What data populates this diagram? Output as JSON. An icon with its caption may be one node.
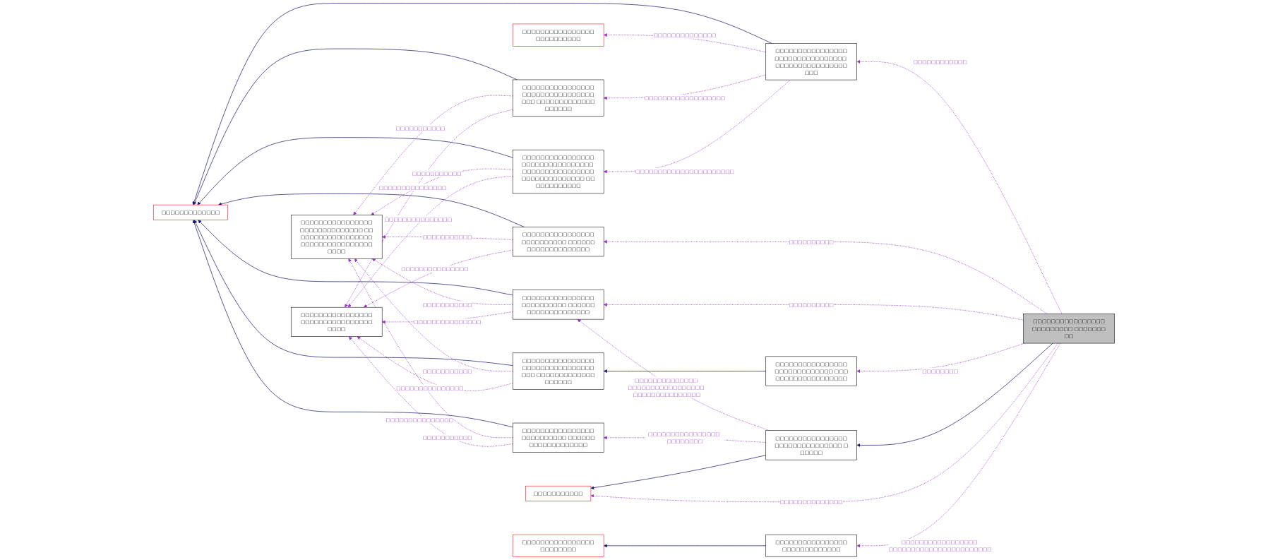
{
  "diagram": {
    "nodes": [
      {
        "text": [
          "□□□□□□□□□□□□□"
        ]
      },
      {
        "text": [
          "□□□□□□□□□□□□□□□□□□□□□□□□□□□□□□ □□□□□□□□□□□□□□□□□□□□□□□□□□□□□□□□□□□□□□"
        ]
      },
      {
        "text": [
          "□□□□□□□□□□□□□□□□□□□□□□□□□□□□□□□□□□□□"
        ]
      },
      {
        "text": [
          "□□□□□□□□□□□□□□□□□□□□□□□□□□"
        ]
      },
      {
        "text": [
          "□□□□□□□□□□□□□□□□□□□□□□□□□□□□□□□□□□□ □□□□□□□□□□□□□□□□□□□"
        ]
      },
      {
        "text": [
          "□□□□□□□□□□□□□□□□□□□□□□□□□□□□□□□□ □□□□□□□□□□□□□□□□□□□□□□□□□□□□□□ □□□□□□□□□□□□"
        ]
      },
      {
        "text": [
          "□□□□□□□□□□□□□□□□□□□□□□□□□□ □□□□□□□□□□□□□□□□□□□□"
        ]
      },
      {
        "text": [
          "□□□□□□□□□□□□□□□□□□□□□□□□□□ □□□□□□□□□□□□□□□□□□□□"
        ]
      },
      {
        "text": [
          "□□□□□□□□□□□□□□□□□□□□□□□□□□□□□□□□□□□ □□□□□□□□□□□□□□□□□□□"
        ]
      },
      {
        "text": [
          "□□□□□□□□□□□□□□□□□□□□□□□□□□ □□□□□□□□□□□□□□□□□□□"
        ]
      },
      {
        "text": [
          "□□□□□□□□□□□"
        ]
      },
      {
        "text": [
          "□□□□□□□□□□□□□□□□□□□□□□□□"
        ]
      },
      {
        "text": [
          "□□□□□□□□□□□□□□□□□□□□□□□□□□□□□□□□ □□□□□□□□□□□□□□□□□□□"
        ]
      },
      {
        "text": [
          "□□□□□□□□□□□□□□□□□□□□□□□□□□□□□ □□□□□□□□□□□□□□□□□□□"
        ]
      },
      {
        "text": [
          "□□□□□□□□□□□□□□□□□□□□□□□□□□□□□□□ □□□□□□"
        ]
      },
      {
        "text": [
          "□□□□□□□□□□□□□□□□□□□□□□□□□□□□□"
        ]
      },
      {
        "text": [
          "□□□□□□□□□□□□□□□□□□□□□□□□□ □□□□□□□□□"
        ]
      }
    ],
    "edges": [
      {
        "from": 12,
        "to": 0,
        "arrow": "to",
        "color": "#191970"
      },
      {
        "from": 4,
        "to": 0,
        "arrow": "to",
        "color": "#191970"
      },
      {
        "from": 5,
        "to": 0,
        "arrow": "to",
        "color": "#191970"
      },
      {
        "from": 6,
        "to": 0,
        "arrow": "to",
        "color": "#191970"
      },
      {
        "from": 7,
        "to": 0,
        "arrow": "to",
        "color": "#191970"
      },
      {
        "from": 8,
        "to": 0,
        "arrow": "to",
        "color": "#191970"
      },
      {
        "from": 9,
        "to": 0,
        "arrow": "to",
        "color": "#191970"
      },
      {
        "from": 4,
        "to": 1,
        "arrow": "to",
        "style": "dashed",
        "label": "□□□□□□□□□□□"
      },
      {
        "from": 4,
        "to": 2,
        "arrow": "to",
        "style": "dashed",
        "label": "□□□□□□□□□□□□□□□"
      },
      {
        "from": 5,
        "to": 1,
        "arrow": "to",
        "style": "dashed",
        "label": "□□□□□□□□□□□"
      },
      {
        "from": 5,
        "to": 2,
        "arrow": "to",
        "style": "dashed",
        "label": "□□□□□□□□□□□□□□□"
      },
      {
        "from": 6,
        "to": 1,
        "arrow": "to",
        "style": "dashed",
        "label": "□□□□□□□□□□□"
      },
      {
        "from": 6,
        "to": 2,
        "arrow": "to",
        "style": "dashed",
        "label": "□□□□□□□□□□□□□□□"
      },
      {
        "from": 7,
        "to": 1,
        "arrow": "to",
        "style": "dashed",
        "label": "□□□□□□□□□□□"
      },
      {
        "from": 7,
        "to": 2,
        "arrow": "to",
        "style": "dashed",
        "label": "□□□□□□□□□□□□□□□"
      },
      {
        "from": 8,
        "to": 1,
        "arrow": "to",
        "style": "dashed",
        "label": "□□□□□□□□□□□"
      },
      {
        "from": 8,
        "to": 2,
        "arrow": "to",
        "style": "dashed",
        "label": "□□□□□□□□□□□□□□□"
      },
      {
        "from": 9,
        "to": 1,
        "arrow": "to",
        "style": "dashed",
        "label": "□□□□□□□□□□□"
      },
      {
        "from": 9,
        "to": 2,
        "arrow": "to",
        "style": "dashed",
        "label": "□□□□□□□□□□□□□□□"
      },
      {
        "from": 12,
        "to": 3,
        "arrow": "to",
        "style": "dashed",
        "label": "□□□□□□□□□□□□□□"
      },
      {
        "from": 12,
        "to": 4,
        "arrow": "to",
        "style": "dashed",
        "label": "□□□□□□□□□□□□□□□□□□"
      },
      {
        "from": 12,
        "to": 5,
        "arrow": "to",
        "style": "dashed",
        "label": "□□□□□□□□□□□□□□□□□□□□□□"
      },
      {
        "from": 16,
        "to": 12,
        "arrow": "to",
        "style": "dashed",
        "label": "□□□□□□□□□□□□"
      },
      {
        "from": 16,
        "to": 6,
        "arrow": "to",
        "style": "dashed",
        "label": "□□□□□□□□□□"
      },
      {
        "from": 16,
        "to": 7,
        "arrow": "to",
        "style": "dashed",
        "label": "□□□□□□□□□□"
      },
      {
        "from": 14,
        "to": 7,
        "arrow": "to",
        "style": "dashed",
        "label": "□□□□□□□□□□□□□□ □□□□□□□□□□□□□□□□□ □□□□□□□□□□□□□□□"
      },
      {
        "from": 13,
        "to": 8,
        "arrow": "to",
        "color": "#191970"
      },
      {
        "from": 16,
        "to": 13,
        "arrow": "to",
        "style": "dashed",
        "label": "□□□□□□□□"
      },
      {
        "from": 14,
        "to": 9,
        "arrow": "to",
        "style": "dashed",
        "label": "□□□□□□□□□□□□□□□□ □□□□□□□□"
      },
      {
        "from": 16,
        "to": 14,
        "arrow": "to",
        "color": "#191970"
      },
      {
        "from": 14,
        "to": 10,
        "arrow": "to",
        "color": "#191970"
      },
      {
        "from": 16,
        "to": 10,
        "arrow": "to",
        "style": "dashed",
        "label": "□□□□□□□□□□□□□□"
      },
      {
        "from": 15,
        "to": 11,
        "arrow": "to",
        "color": "#191970"
      },
      {
        "from": 16,
        "to": 15,
        "arrow": "to",
        "style": "dashed",
        "label": "□□□□□□□□□□□□□□□□□ □□□□□□□□□□□□□□□□□□□□□□□"
      }
    ]
  }
}
